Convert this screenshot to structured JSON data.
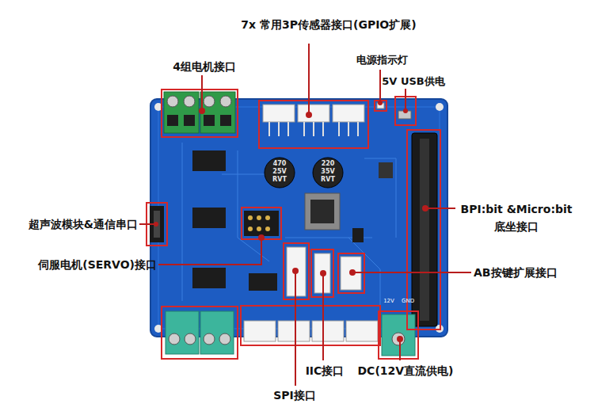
{
  "diagram": {
    "labels": [
      "7x 常用3P传感器接口(GPIO扩展)",
      "4组电机接口",
      "电源指示灯",
      "5V USB供电",
      "BPI:bit &Micro:bit 底坐接口",
      "超声波模块&通信串口",
      "伺服电机(SERVO)接口",
      "AB按键扩展接口",
      "IIC接口",
      "DC(12V直流供电)",
      "SPI接口",
      "470 25V RVT",
      "220 35V RVT",
      "12V",
      "GND"
    ]
  }
}
